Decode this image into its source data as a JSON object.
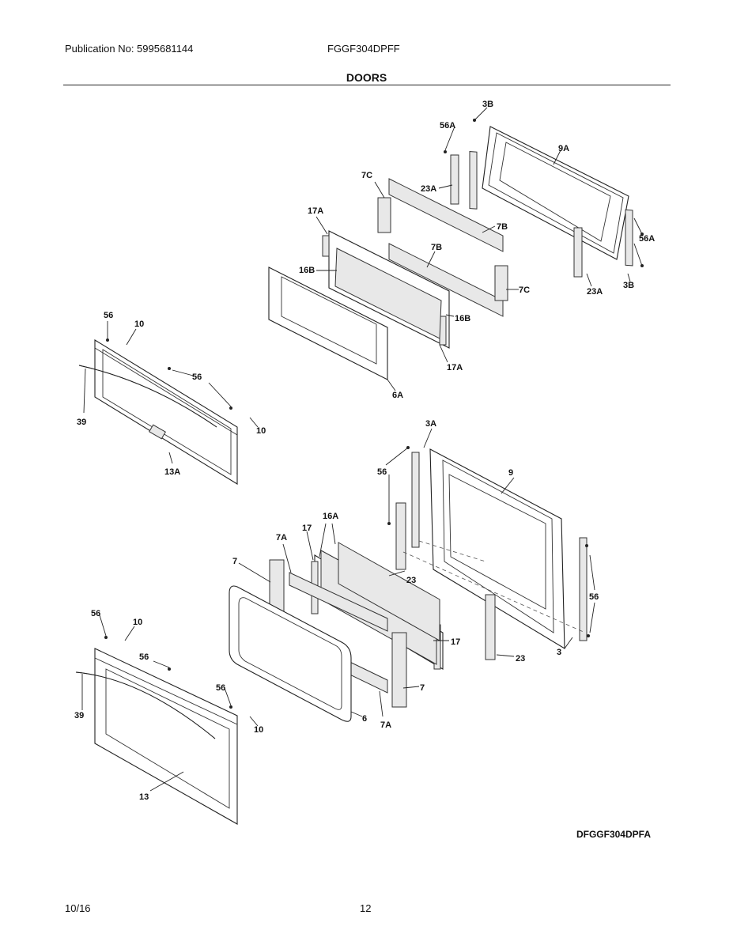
{
  "header": {
    "publication": "Publication No: 5995681144",
    "model": "FGGF304DPFF",
    "title": "DOORS"
  },
  "diagram": {
    "code": "DFGGF304DPFA",
    "callouts": {
      "c_3B_top": "3B",
      "c_56A_top": "56A",
      "c_9A": "9A",
      "c_7C_top": "7C",
      "c_23A_left": "23A",
      "c_17A_top": "17A",
      "c_7B_right": "7B",
      "c_7B_mid": "7B",
      "c_56A_right": "56A",
      "c_16B_left": "16B",
      "c_7C_right": "7C",
      "c_23A_bottom": "23A",
      "c_3B_bottom": "3B",
      "c_16B_right": "16B",
      "c_17A_bottom": "17A",
      "c_6A": "6A",
      "c_56_upper_top": "56",
      "c_10_upper_top": "10",
      "c_56_upper_mid": "56",
      "c_39_upper": "39",
      "c_10_upper_right": "10",
      "c_13A": "13A",
      "c_3A": "3A",
      "c_56_lower_left": "56",
      "c_9": "9",
      "c_16A": "16A",
      "c_17_top": "17",
      "c_7A_top": "7A",
      "c_7_left": "7",
      "c_23_upper": "23",
      "c_56_lower_right": "56",
      "c_17_right": "17",
      "c_23_lower": "23",
      "c_3": "3",
      "c_7_right": "7",
      "c_6": "6",
      "c_7A_bottom": "7A",
      "c_56_lower_top": "56",
      "c_10_lower_top": "10",
      "c_56_lower_mid1": "56",
      "c_56_lower_mid2": "56",
      "c_39_lower": "39",
      "c_10_lower_right": "10",
      "c_13": "13"
    }
  },
  "footer": {
    "date": "10/16",
    "page": "12"
  }
}
